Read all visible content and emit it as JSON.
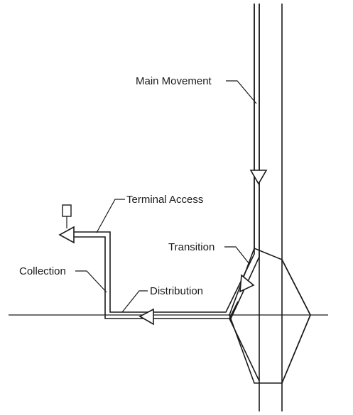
{
  "diagram": {
    "labels": {
      "main_movement": "Main Movement",
      "terminal_access": "Terminal Access",
      "transition": "Transition",
      "collection": "Collection",
      "distribution": "Distribution"
    },
    "colors": {
      "line": "#1a1a1a",
      "background": "#ffffff"
    }
  }
}
